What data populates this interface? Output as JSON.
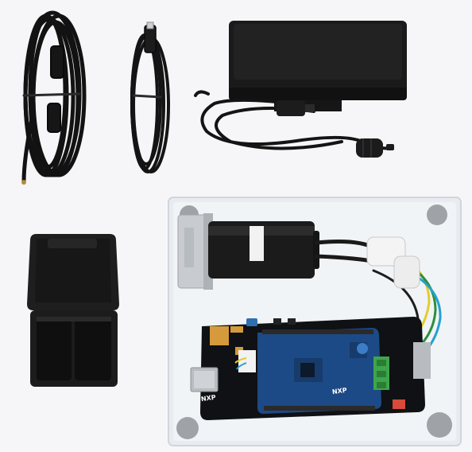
{
  "photo": {
    "background_color": "#f6f6f8",
    "items": [
      {
        "name": "coiled-ac-power-cord",
        "color": "#121212"
      },
      {
        "name": "coiled-usb-cable",
        "color": "#141414"
      },
      {
        "name": "power-adapter-brick",
        "color": "#1a1a1a"
      },
      {
        "name": "black-storage-case",
        "color": "#1c1c1c"
      },
      {
        "name": "acrylic-mounting-plate",
        "color": "#e8ecf0"
      },
      {
        "name": "bldc-motor",
        "color": "#1b1b1b"
      },
      {
        "name": "development-board",
        "color": "#0f1114"
      },
      {
        "name": "motor-control-shield",
        "color": "#1c4a86"
      }
    ]
  },
  "labels": {
    "board_brand": "NXP",
    "shield_brand": "NXP",
    "motor_sticker": ""
  }
}
